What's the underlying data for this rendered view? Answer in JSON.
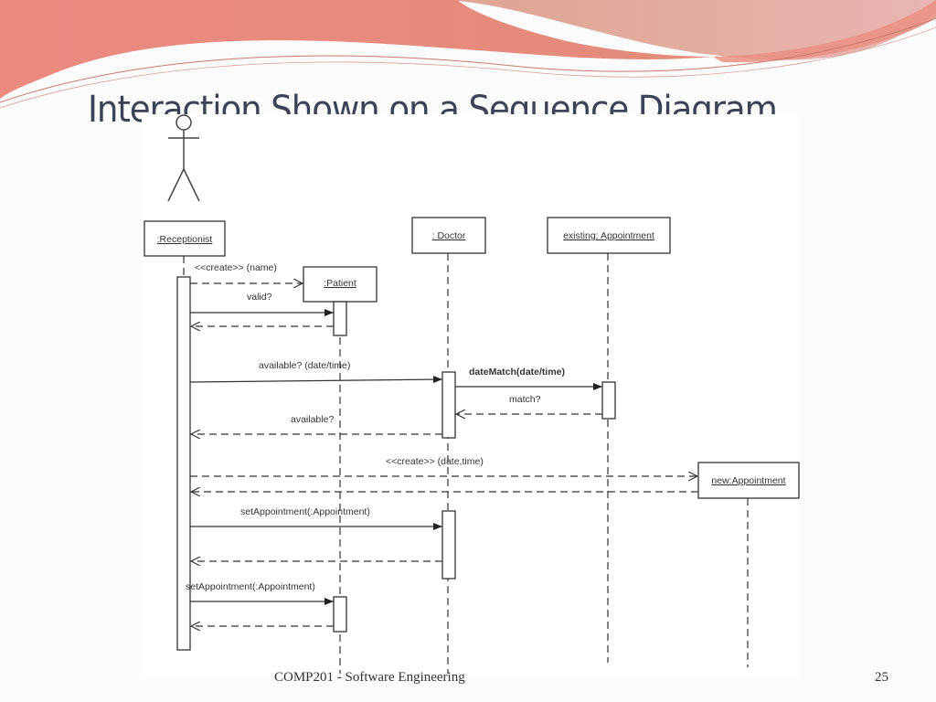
{
  "slide": {
    "title": "Interaction Shown on a Sequence Diagram",
    "footer": "COMP201 - Software Engineering",
    "page_number": "25",
    "theme_colors": {
      "wave_primary": "#e98f84",
      "wave_secondary": "#e8b0ad",
      "title_color": "#3a4358"
    }
  },
  "diagram": {
    "type": "uml-sequence",
    "actor": {
      "name": "actor-stick-figure"
    },
    "lifelines": [
      {
        "id": "receptionist",
        "label": ":Receptionist"
      },
      {
        "id": "patient",
        "label": ":Patient"
      },
      {
        "id": "doctor",
        "label": ": Doctor"
      },
      {
        "id": "existing",
        "label": "existing: Appointment"
      },
      {
        "id": "newappt",
        "label": "new:Appointment"
      }
    ],
    "messages": [
      {
        "from": "receptionist",
        "to": "patient",
        "label": "<<create>> (name)",
        "kind": "create"
      },
      {
        "from": "receptionist",
        "to": "patient",
        "label": "valid?",
        "kind": "call"
      },
      {
        "from": "patient",
        "to": "receptionist",
        "label": "",
        "kind": "return"
      },
      {
        "from": "receptionist",
        "to": "doctor",
        "label": "available? (date/time)",
        "kind": "call"
      },
      {
        "from": "doctor",
        "to": "existing",
        "label": "dateMatch(date/time)",
        "kind": "call",
        "bold": true
      },
      {
        "from": "existing",
        "to": "doctor",
        "label": "match?",
        "kind": "return"
      },
      {
        "from": "doctor",
        "to": "receptionist",
        "label": "available?",
        "kind": "return"
      },
      {
        "from": "receptionist",
        "to": "newappt",
        "label": "<<create>> (date,time)",
        "kind": "create"
      },
      {
        "from": "newappt",
        "to": "receptionist",
        "label": "",
        "kind": "return"
      },
      {
        "from": "receptionist",
        "to": "doctor",
        "label": "setAppointment(:Appointment)",
        "kind": "call"
      },
      {
        "from": "doctor",
        "to": "receptionist",
        "label": "",
        "kind": "return"
      },
      {
        "from": "receptionist",
        "to": "patient",
        "label": "setAppointment(:Appointment)",
        "kind": "call"
      },
      {
        "from": "patient",
        "to": "receptionist",
        "label": "",
        "kind": "return"
      }
    ]
  }
}
